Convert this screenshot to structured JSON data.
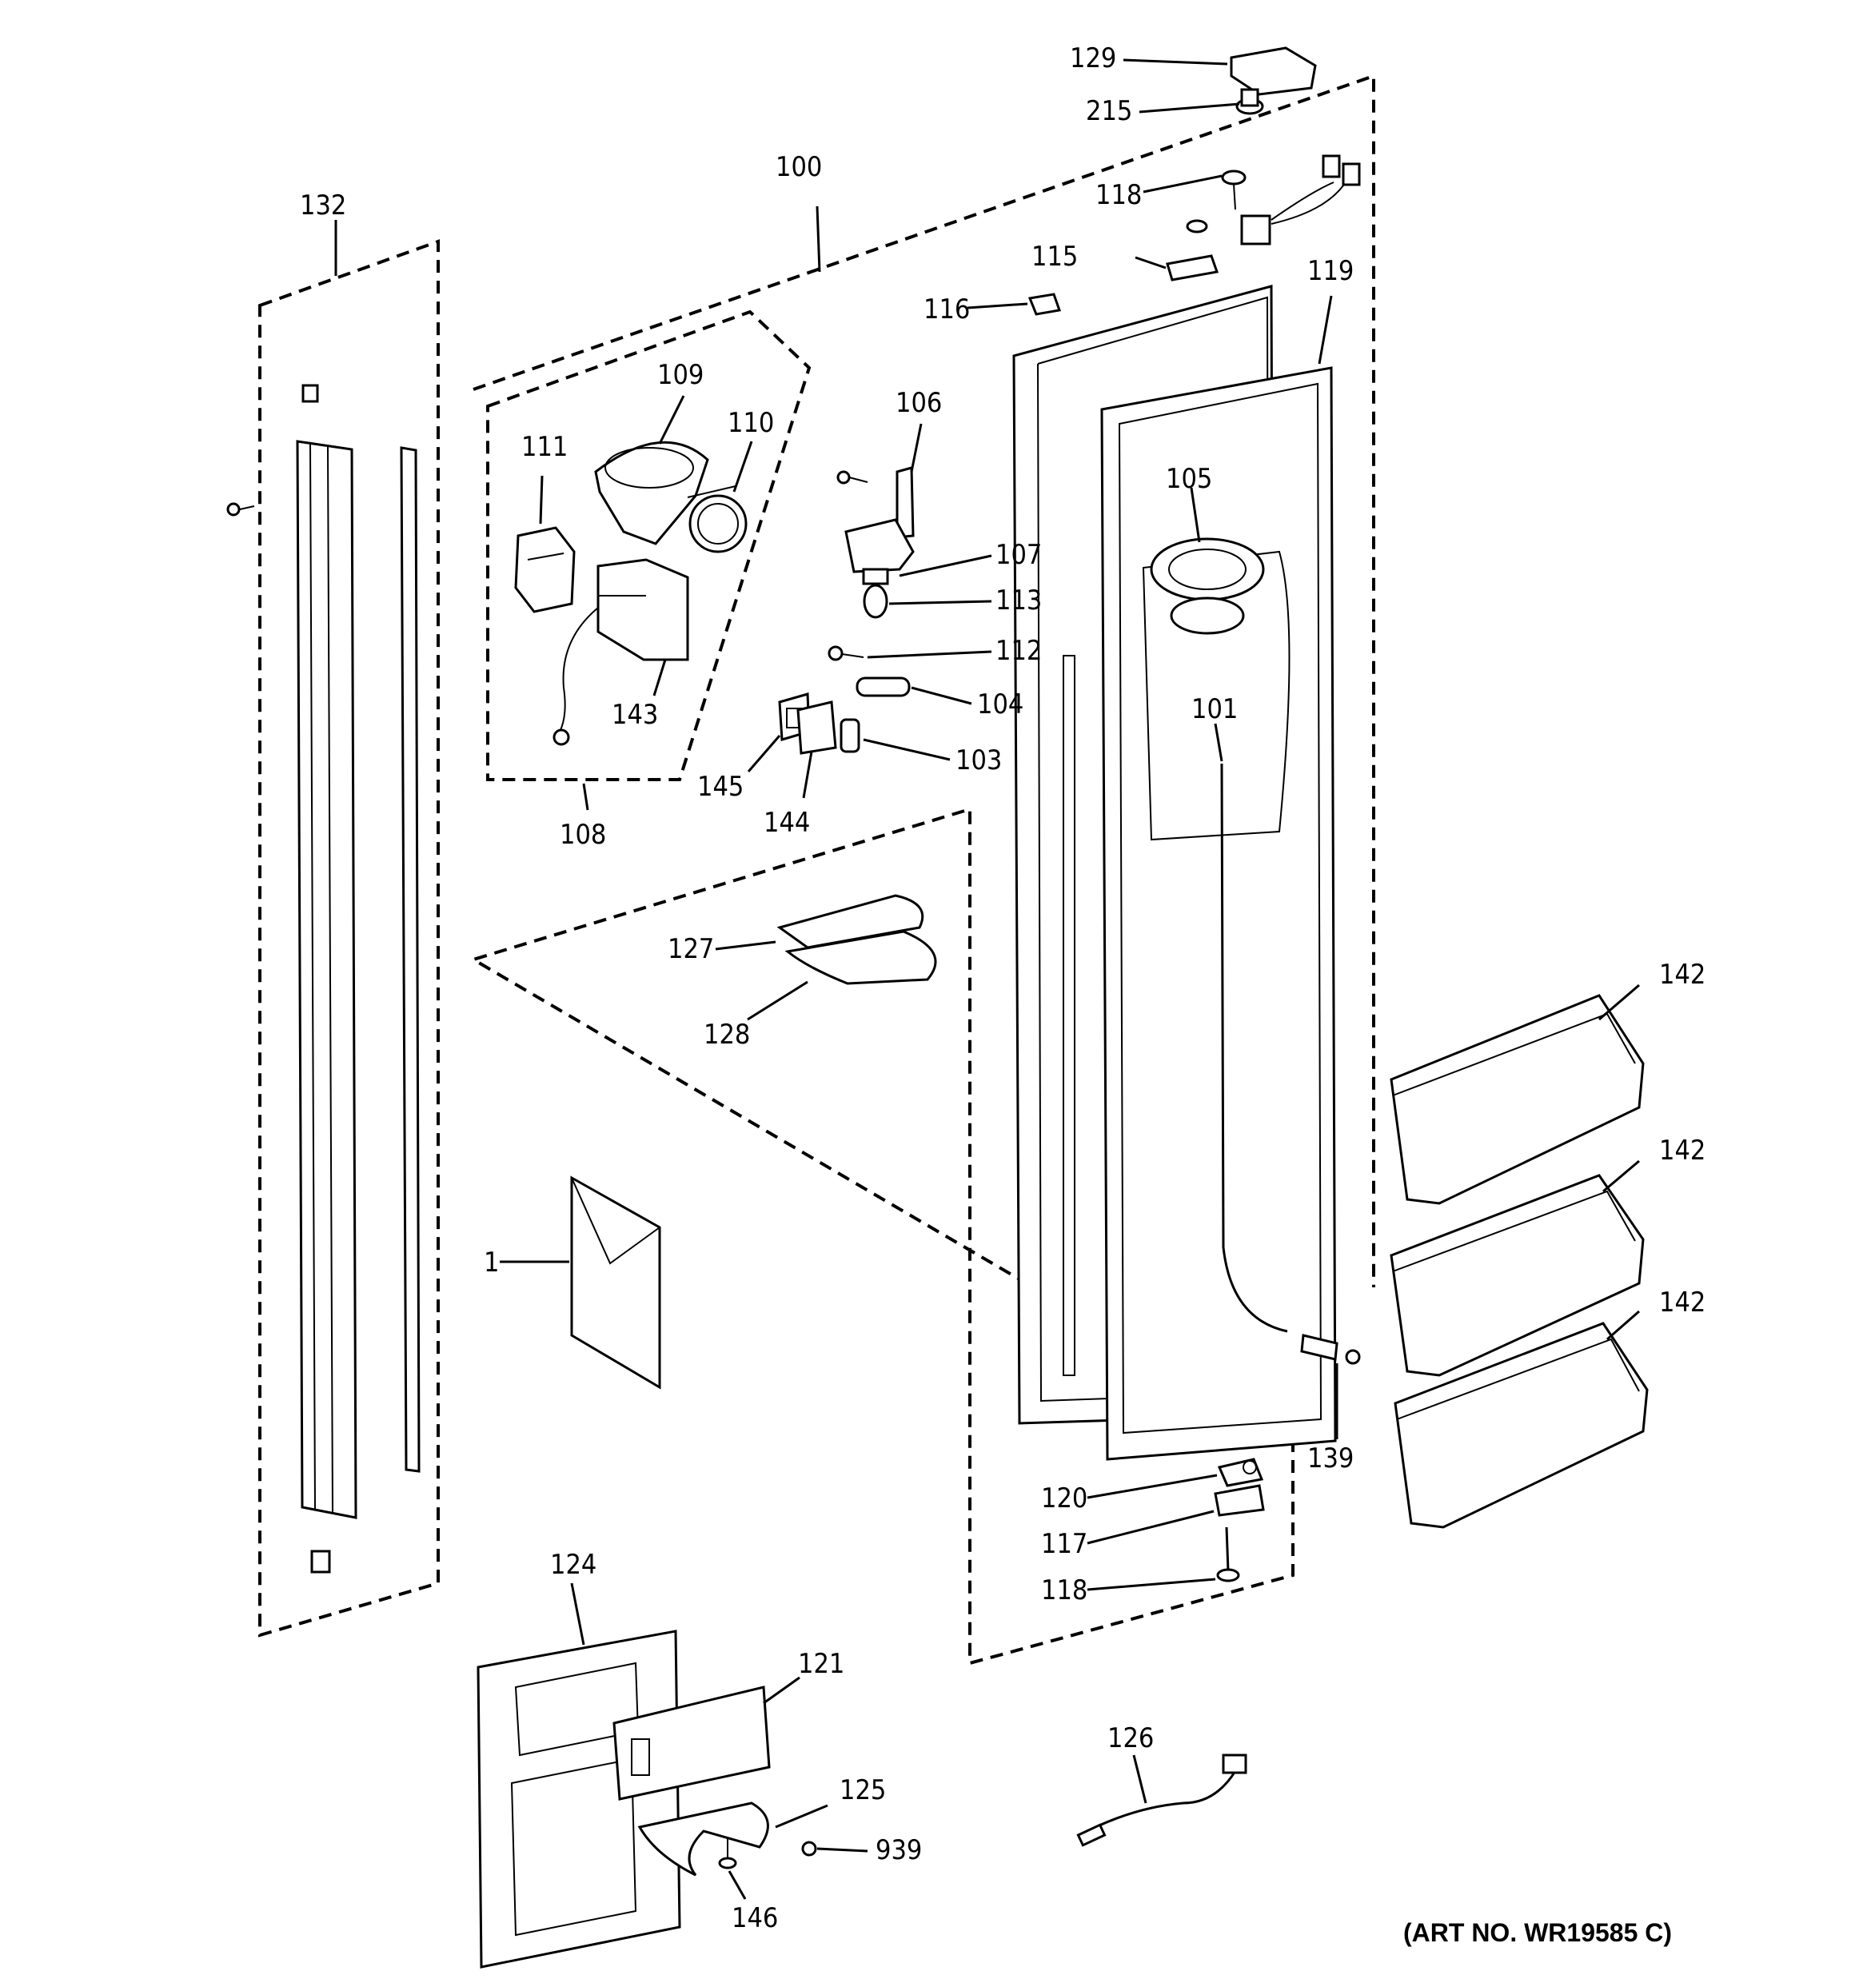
{
  "labels": {
    "p1": "1",
    "p100": "100",
    "p101": "101",
    "p103": "103",
    "p104": "104",
    "p105": "105",
    "p106": "106",
    "p107": "107",
    "p108": "108",
    "p109": "109",
    "p110": "110",
    "p111": "111",
    "p112": "112",
    "p113": "113",
    "p115": "115",
    "p116": "116",
    "p117": "117",
    "p118a": "118",
    "p118b": "118",
    "p119": "119",
    "p120": "120",
    "p121": "121",
    "p124": "124",
    "p125": "125",
    "p126": "126",
    "p127": "127",
    "p128": "128",
    "p129": "129",
    "p132": "132",
    "p139": "139",
    "p142a": "142",
    "p142b": "142",
    "p142c": "142",
    "p143": "143",
    "p144": "144",
    "p145": "145",
    "p146": "146",
    "p215": "215",
    "p939": "939"
  },
  "art_number": "(ART NO. WR19585 C)"
}
